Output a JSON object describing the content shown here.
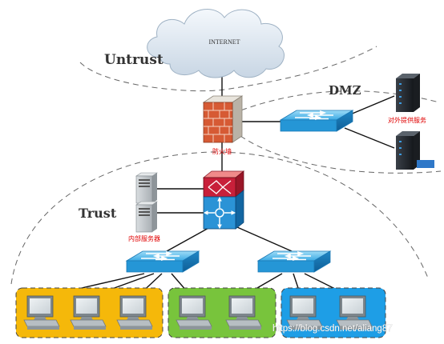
{
  "internet_label": "INTERNET",
  "zones": {
    "untrust": "Untrust",
    "dmz": "DMZ",
    "trust": "Trust"
  },
  "firewall_label": "防火墙",
  "external_server_label": "对外提供服务",
  "internal_server_label": "内部服务器",
  "watermark": "https://blog.csdn.net/aliang87",
  "colors": {
    "group_orange": "#f5b80a",
    "group_green": "#78c43c",
    "group_blue": "#1e9ee6",
    "switch_blue": "#2aa1e0",
    "firewall_red": "#d94a2a",
    "label_red": "#e00000"
  },
  "icons": [
    "cloud-icon",
    "firewall-icon",
    "switch-icon",
    "core-switch-icon",
    "server-icon",
    "tower-server-icon",
    "computer-icon"
  ]
}
